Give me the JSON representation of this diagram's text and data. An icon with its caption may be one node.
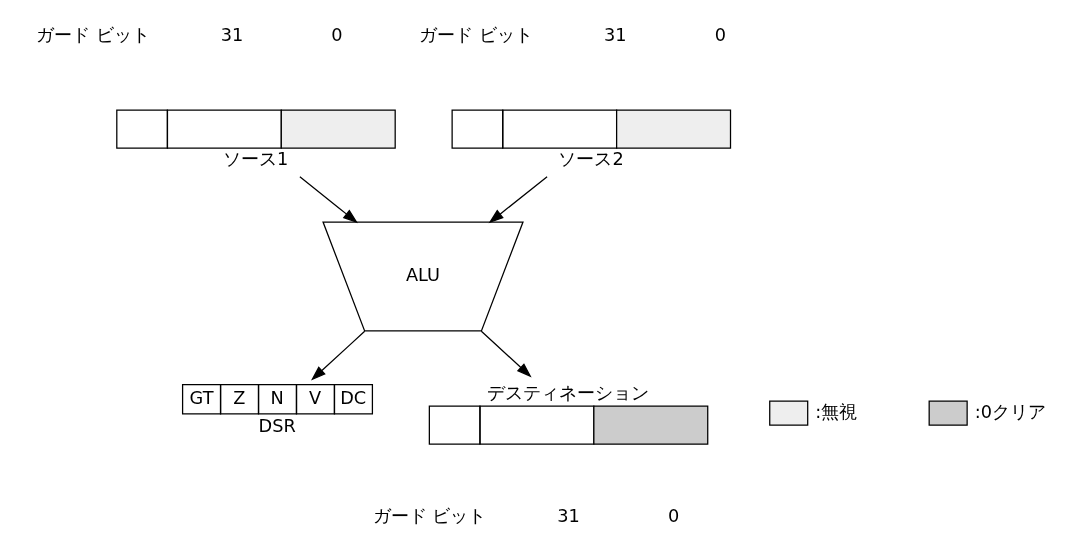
{
  "diagram": {
    "nodes": [
      {
        "text": [
          "ソース1"
        ]
      },
      {
        "text": [
          "ソース2"
        ]
      },
      {
        "text": [
          "ALU"
        ]
      },
      {
        "text": [
          "GT",
          "Z",
          "N",
          "V",
          "DC"
        ],
        "beside": [
          "DSR"
        ]
      },
      {
        "text": [
          "デスティネーション"
        ]
      }
    ],
    "edges": [
      {
        "from": 0,
        "to": 2,
        "arrow": "to"
      },
      {
        "from": 1,
        "to": 2,
        "arrow": "to"
      },
      {
        "from": 2,
        "to": 3,
        "arrow": "to"
      },
      {
        "from": 2,
        "to": 4,
        "arrow": "to"
      }
    ],
    "labels": [
      "ガード ビット",
      "31",
      "0",
      "ガード ビット",
      "31",
      "0",
      "ガード ビット",
      "31",
      "0"
    ],
    "legend": [
      {
        "text": ":無視",
        "color": "#eeeeee"
      },
      {
        "text": ":0クリア",
        "color": "#cccccc"
      }
    ]
  }
}
